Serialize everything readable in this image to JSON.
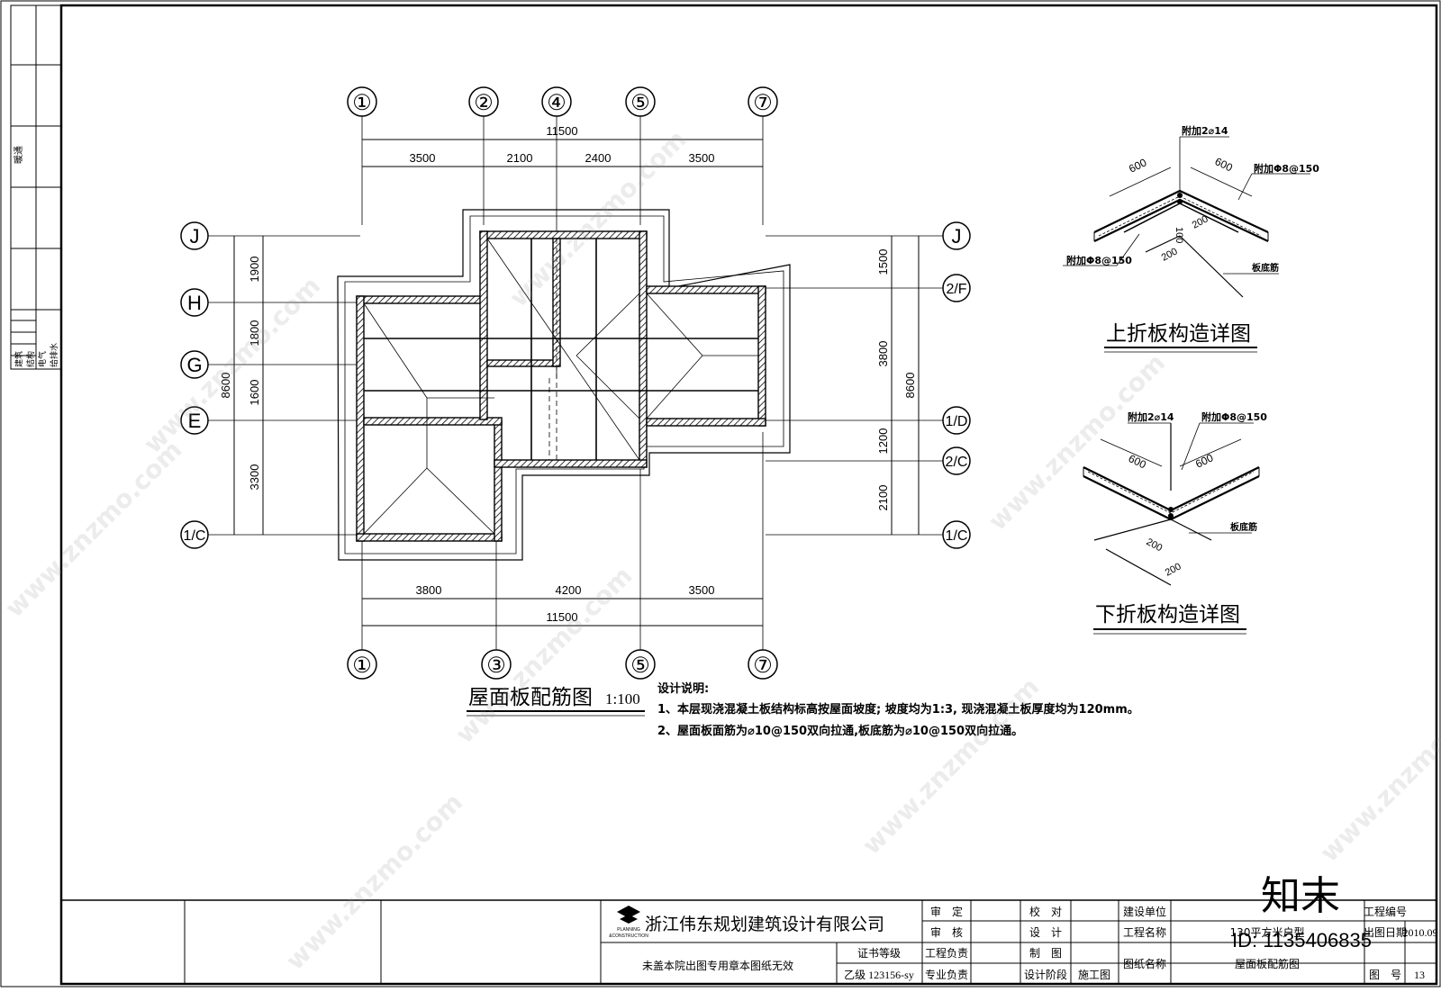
{
  "plan": {
    "title": "屋面板配筋图",
    "scale": "1:100",
    "axes_top": [
      "①",
      "②",
      "④",
      "⑤",
      "⑦"
    ],
    "axes_bottom": [
      "①",
      "③",
      "⑤",
      "⑦"
    ],
    "axes_left": [
      "J",
      "H",
      "G",
      "E",
      "1/C"
    ],
    "axes_right": [
      "J",
      "2/F",
      "1/D",
      "2/C",
      "1/C"
    ],
    "dim_top_total": "11500",
    "dim_top": [
      "3500",
      "2100",
      "2400",
      "3500"
    ],
    "dim_bottom": [
      "3800",
      "4200",
      "3500"
    ],
    "dim_bottom_total": "11500",
    "dim_left_total": "8600",
    "dim_left": [
      "1900",
      "1800",
      "1600",
      "3300"
    ],
    "dim_right": [
      "1500",
      "3800",
      "1200",
      "2100"
    ],
    "dim_right_total": "8600"
  },
  "notes": {
    "heading": "设计说明:",
    "line1": "1、本层现浇混凝土板结构标高按屋面坡度; 坡度均为1:3, 现浇混凝土板厚度均为120mm。",
    "line2": "2、屋面板面筋为⌀10@150双向拉通,板底筋为⌀10@150双向拉通。"
  },
  "detail_upper": {
    "title": "上折板构造详图",
    "rebar_top": "附加2⌀14",
    "rebar_right": "附加Φ8@150",
    "rebar_left": "附加Φ8@150",
    "dim_left": "600",
    "dim_right": "600",
    "dim_100": "100",
    "dim_200a": "200",
    "dim_200b": "200",
    "bottom_bar": "板底筋"
  },
  "detail_lower": {
    "title": "下折板构造详图",
    "rebar_top": "附加2⌀14",
    "rebar_right": "附加Φ8@150",
    "dim_left": "600",
    "dim_right": "600",
    "bottom_bar": "板底筋",
    "dim_200a": "200",
    "dim_200b": "200"
  },
  "left_strip": {
    "label_top": "暖通",
    "labels": [
      "建筑",
      "结构",
      "电气",
      "给排水"
    ]
  },
  "title_block": {
    "company": "浙江伟东规划建筑设计有限公司",
    "logo_text1": "PLANNING",
    "logo_text2": "&CONSTRUCTION",
    "stamp_note": "未盖本院出图专用章本图纸无效",
    "cert_label": "证书等级",
    "cert_value": "乙级 123156-sy",
    "review": "审　定",
    "audit": "审　核",
    "proj_lead": "工程负责",
    "spec_lead": "专业负责",
    "check": "校　对",
    "design": "设　计",
    "draw": "制　图",
    "phase_label": "设计阶段",
    "phase_value": "施工图",
    "client_label": "建设单位",
    "proj_name_label": "工程名称",
    "proj_name_value": "130平方米户型",
    "drawing_name_label": "图纸名称",
    "drawing_name_value": "屋面板配筋图",
    "proj_no_label": "工程编号",
    "date_label": "出图日期",
    "date_value": "2010.09",
    "sheet_no_label": "图　号",
    "sheet_no_value": "13"
  },
  "watermark": {
    "brand": "知末",
    "site": "www.znzmo.com",
    "id_text": "ID: 1135406835"
  }
}
